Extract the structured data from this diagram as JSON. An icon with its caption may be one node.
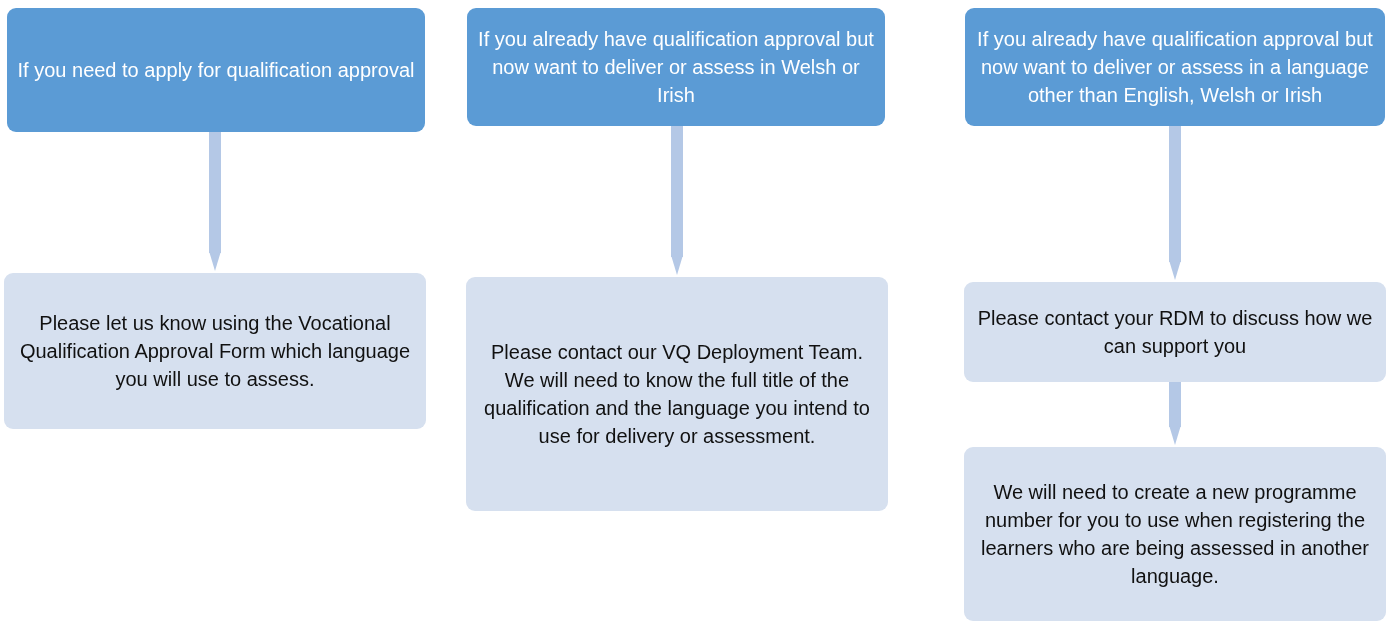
{
  "diagram": {
    "nodes": [
      {
        "text": [
          "If you need to apply for qualification approval"
        ]
      },
      {
        "text": [
          "If you already have qualification approval but now want to deliver or assess in Welsh or Irish"
        ]
      },
      {
        "text": [
          "If you already have qualification approval but now want to deliver or assess in a language other than English, Welsh or Irish"
        ]
      },
      {
        "text": [
          "Please let us know using the Vocational Qualification Approval Form which language you will use to assess."
        ]
      },
      {
        "text": [
          "Please contact our VQ Deployment Team. We will need to know the full title of the qualification and the language you intend to use for delivery or assessment."
        ]
      },
      {
        "text": [
          "Please contact your RDM to discuss how we can support you"
        ]
      },
      {
        "text": [
          "We will need to create a new programme number for you to use when registering the learners who are being assessed in another language."
        ]
      }
    ],
    "edges": [
      {
        "from": 0,
        "to": 3,
        "arrow": "to"
      },
      {
        "from": 1,
        "to": 4,
        "arrow": "to"
      },
      {
        "from": 2,
        "to": 5,
        "arrow": "to"
      },
      {
        "from": 5,
        "to": 6,
        "arrow": "to"
      }
    ]
  }
}
